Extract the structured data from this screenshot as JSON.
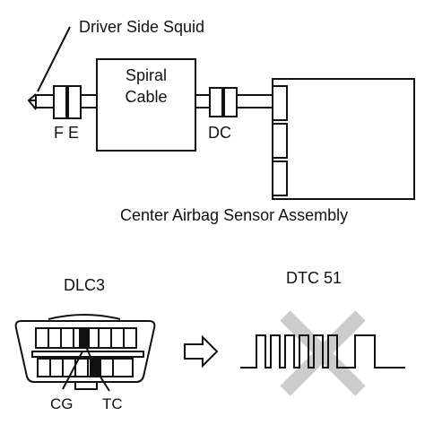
{
  "labels": {
    "squid": "Driver Side Squid",
    "spiral_line1": "Spiral",
    "spiral_line2": "Cable",
    "fe": "F E",
    "dc": "DC",
    "sensor": "Center Airbag Sensor Assembly",
    "dlc3": "DLC3",
    "dtc": "DTC 51",
    "cg": "CG",
    "tc": "TC"
  },
  "colors": {
    "line": "#111111",
    "cross": "#cccccc"
  },
  "icons": {
    "arrow": "right-outline-arrow-icon",
    "cross": "x-mark-icon"
  }
}
